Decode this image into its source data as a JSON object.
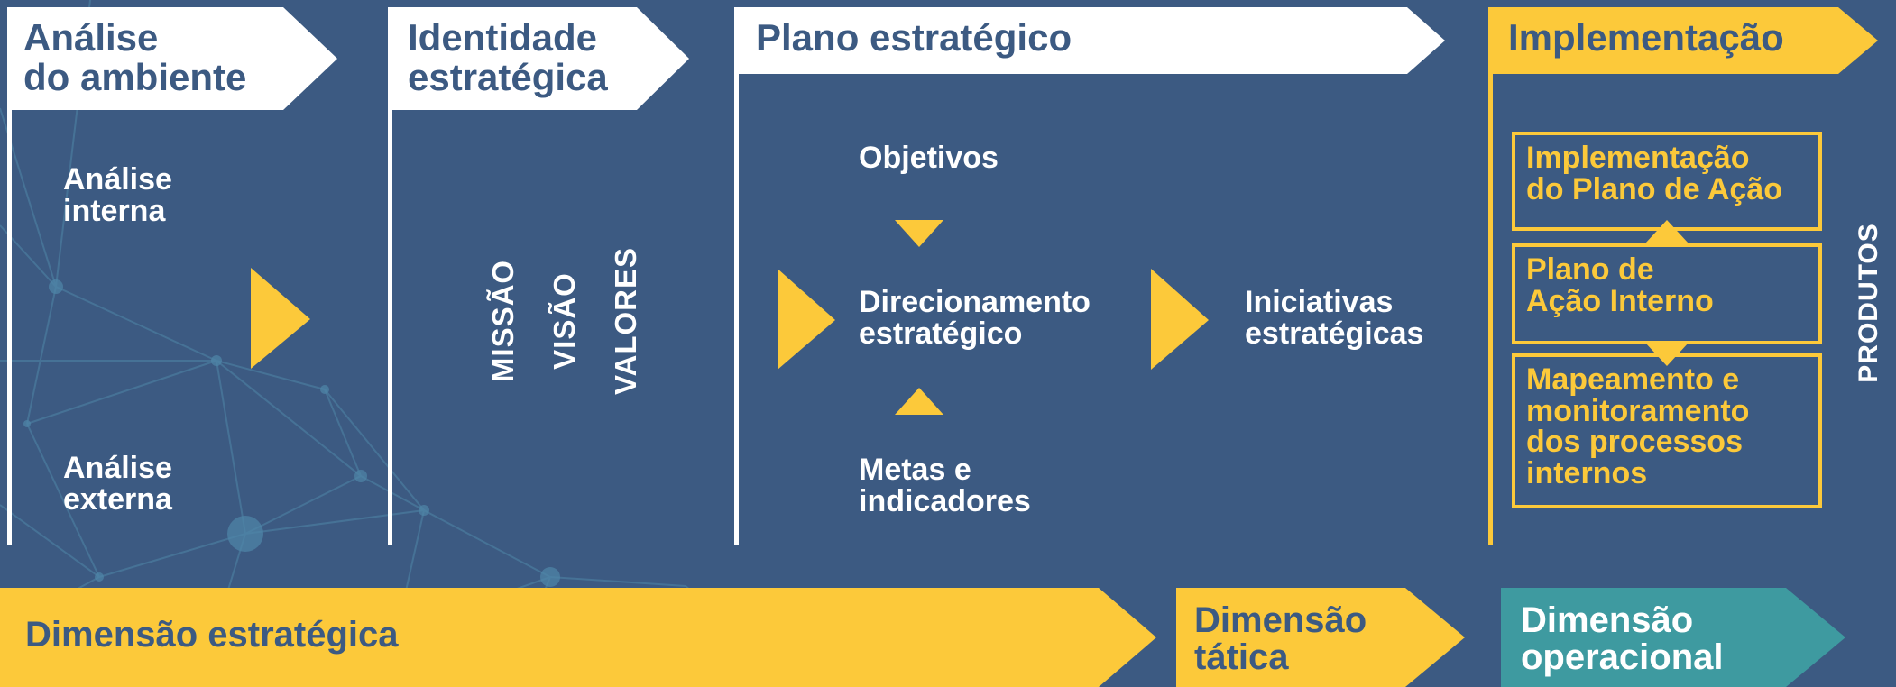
{
  "headers": {
    "analise_ambiente": "Análise\ndo ambiente",
    "identidade": "Identidade\nestratégica",
    "plano": "Plano estratégico",
    "implementacao": "Implementação"
  },
  "analise": {
    "interna": "Análise\ninterna",
    "externa": "Análise\nexterna"
  },
  "identidade_items": [
    "MISSÃO",
    "VISÃO",
    "VALORES"
  ],
  "plano": {
    "objetivos": "Objetivos",
    "direcionamento": "Direcionamento\nestratégico",
    "metas": "Metas e\nindicadores",
    "iniciativas": "Iniciativas\nestratégicas"
  },
  "implementacao_boxes": [
    "Implementação\ndo Plano de Ação",
    "Plano de\nAção Interno",
    "Mapeamento e\nmonitoramento\ndos processos\ninternos"
  ],
  "produtos": "PRODUTOS",
  "dimensoes": {
    "estrategica": "Dimensão estratégica",
    "tatica": "Dimensão\ntática",
    "operacional": "Dimensão\noperacional"
  },
  "colors": {
    "background": "#3c5a82",
    "accent_yellow": "#fcc93a",
    "teal": "#3e9aa0",
    "white": "#ffffff"
  }
}
